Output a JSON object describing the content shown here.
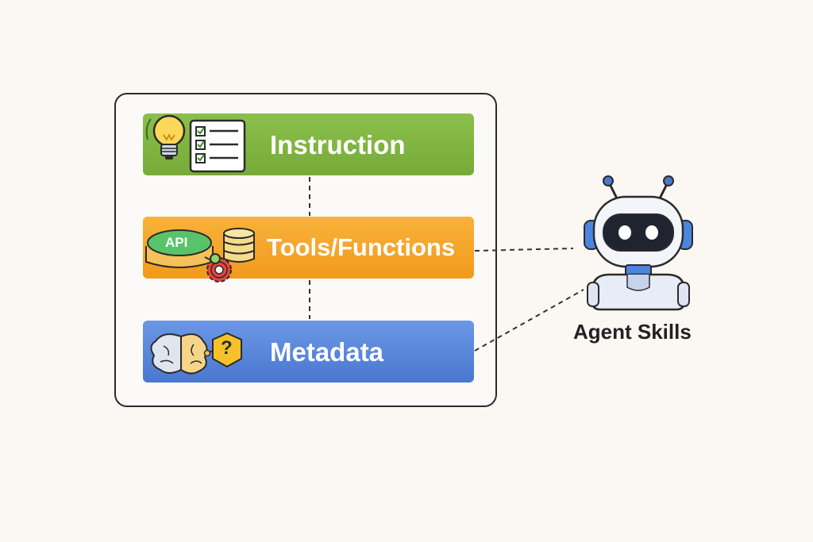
{
  "diagram": {
    "layers": [
      {
        "label": "Instruction",
        "icon": "lightbulb-checklist-icon",
        "color": "#7fb542"
      },
      {
        "label": "Tools/Functions",
        "icon": "api-database-gear-icon",
        "color": "#f5a623"
      },
      {
        "label": "Metadata",
        "icon": "brain-question-icon",
        "color": "#5a87da"
      }
    ],
    "api_badge": "API",
    "question_mark": "?",
    "agent": {
      "label": "Agent Skills",
      "icon": "robot-icon"
    }
  }
}
